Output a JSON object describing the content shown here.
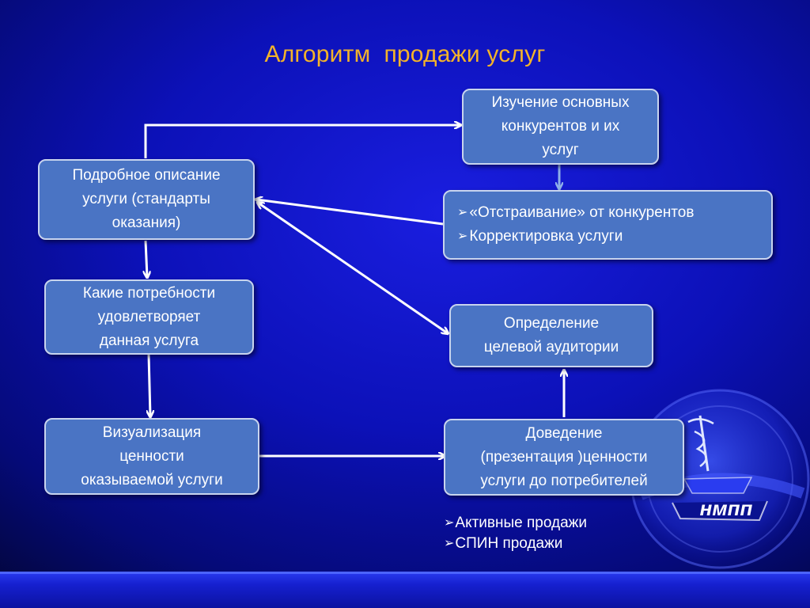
{
  "title": "Алгоритм  продажи услуг",
  "boxes": {
    "description": [
      "Подробное описание",
      "услуги (стандарты",
      "оказания)"
    ],
    "needs": [
      "Какие потребности",
      "удовлетворяет",
      "данная услуга"
    ],
    "visualization": [
      "Визуализация",
      "ценности",
      "оказываемой услуги"
    ],
    "competitors": [
      "Изучение основных",
      "конкурентов и их",
      "услуг"
    ],
    "adjustment": [
      "«Отстраивание» от конкурентов",
      "Корректировка услуги"
    ],
    "audience": [
      "Определение",
      "целевой аудитории"
    ],
    "delivery": [
      "Доведение",
      "(презентация )ценности",
      "услуги до потребителей"
    ]
  },
  "notes": [
    "Активные продажи",
    "СПИН продажи"
  ],
  "bullet_glyph": "➢",
  "logo_text": "нмпп",
  "colors": {
    "title": "#f3b32a",
    "box_fill": "#4a74c4",
    "box_border": "#c8d4ee",
    "arrow": "#ffffff",
    "background": "#0c11b8"
  }
}
